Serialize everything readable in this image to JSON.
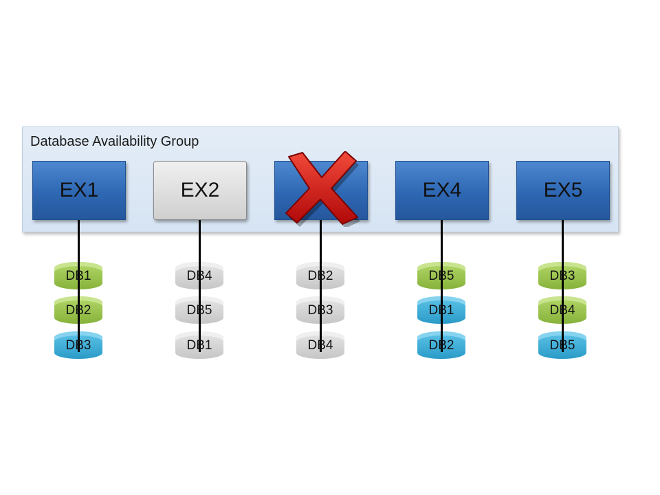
{
  "dag": {
    "title": "Database Availability Group"
  },
  "servers": [
    {
      "label": "EX1",
      "state": "active",
      "color": "#2e67b3"
    },
    {
      "label": "EX2",
      "state": "passive",
      "color": "#d0d0d0"
    },
    {
      "label": "",
      "state": "failed",
      "color": "#2e67b3"
    },
    {
      "label": "EX4",
      "state": "active",
      "color": "#2e67b3"
    },
    {
      "label": "EX5",
      "state": "active",
      "color": "#2e67b3"
    }
  ],
  "databases": [
    [
      {
        "label": "DB1",
        "status": "green"
      },
      {
        "label": "DB2",
        "status": "green"
      },
      {
        "label": "DB3",
        "status": "teal"
      }
    ],
    [
      {
        "label": "DB4",
        "status": "gray"
      },
      {
        "label": "DB5",
        "status": "gray"
      },
      {
        "label": "DB1",
        "status": "gray"
      }
    ],
    [
      {
        "label": "DB2",
        "status": "gray"
      },
      {
        "label": "DB3",
        "status": "gray"
      },
      {
        "label": "DB4",
        "status": "gray"
      }
    ],
    [
      {
        "label": "DB5",
        "status": "green"
      },
      {
        "label": "DB1",
        "status": "teal"
      },
      {
        "label": "DB2",
        "status": "teal"
      }
    ],
    [
      {
        "label": "DB3",
        "status": "green"
      },
      {
        "label": "DB4",
        "status": "green"
      },
      {
        "label": "DB5",
        "status": "teal"
      }
    ]
  ],
  "colors": {
    "active_db": "#8fbc45",
    "passive_db": "#d0d0d0",
    "replica_db": "#35a6d2",
    "failure_mark": "#d01010"
  }
}
